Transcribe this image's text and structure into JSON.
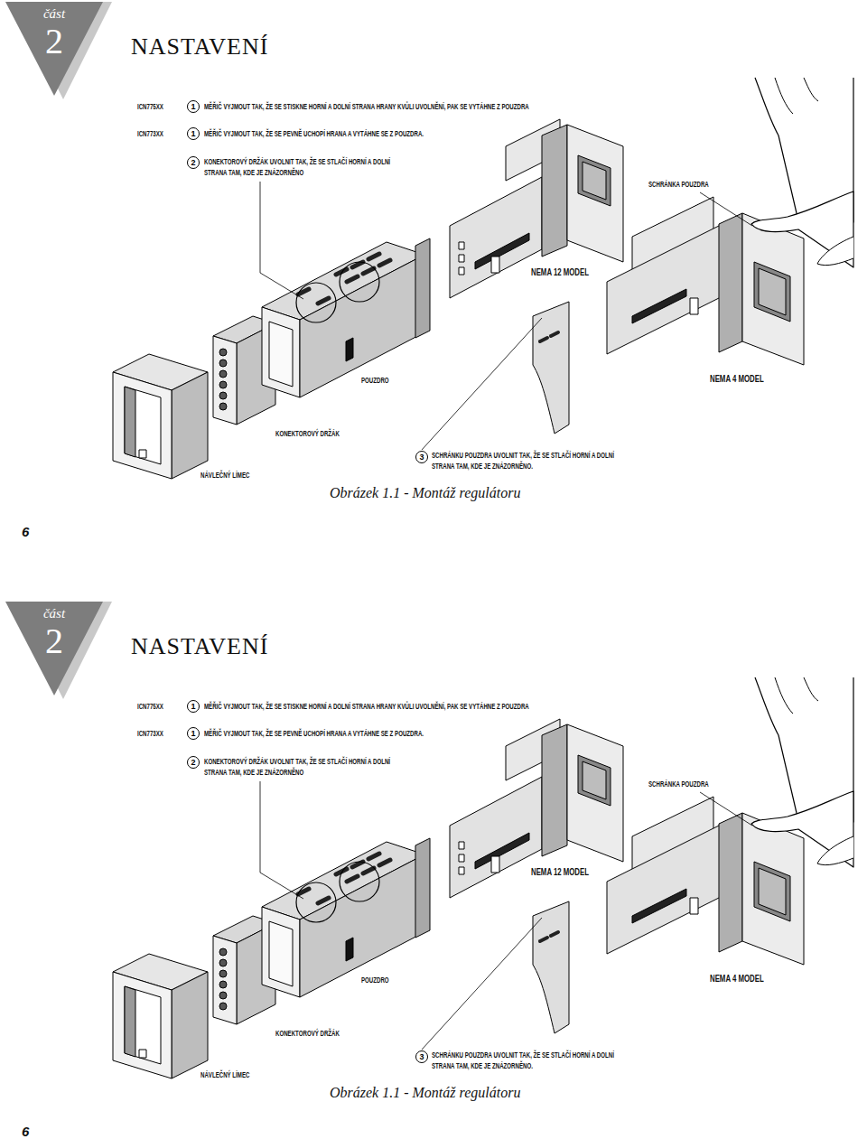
{
  "diagram": {
    "title": "NASTAVENÍ",
    "caption": "Obrázek 1.1 - Montáž regulátoru",
    "nodes": [
      {
        "text": [
          "část",
          "2"
        ]
      },
      {
        "text": [
          "1"
        ]
      },
      {
        "text": [
          "1"
        ]
      },
      {
        "text": [
          "2"
        ]
      },
      {
        "text": [
          "3"
        ]
      },
      {
        "text": [
          "část",
          "2"
        ]
      },
      {
        "text": [
          "1"
        ]
      },
      {
        "text": [
          "1"
        ]
      },
      {
        "text": [
          "2"
        ]
      },
      {
        "text": [
          "3"
        ]
      }
    ],
    "labels": [
      "ICN775XX",
      "MĚŘIČ VYJMOUT TAK, ŽE SE STISKNE HORNÍ A DOLNÍ STRANA HRANY KVŮLI UVOLNĚNÍ, PAK SE VYTÁHNE Z POUZDRA",
      "ICN773XX",
      "MĚŘIČ VYJMOUT TAK, ŽE SE PEVNĚ UCHOPÍ HRANA A VYTÁHNE SE Z POUZDRA.",
      "KONEKTOROVÝ DRŽÁK UVOLNIT TAK, ŽE SE STLAČÍ HORNÍ A DOLNÍ STRANA TAM, KDE JE ZNÁZORNĚNO",
      "SCHRÁNKA POUZDRA",
      "NEMA 12 MODEL",
      "POUZDRO",
      "NEMA 4 MODEL",
      "KONEKTOROVÝ DRŽÁK",
      "NÁVLEČNÝ LÍMEC",
      "SCHRÁNKU POUZDRA UVOLNIT TAK, ŽE SE STLAČÍ HORNÍ A DOLNÍ STRANA TAM, KDE JE ZNÁZORNĚNO.",
      "6",
      "NASTAVENÍ",
      "ICN775XX",
      "MĚŘIČ VYJMOUT TAK, ŽE SE STISKNE HORNÍ A DOLNÍ STRANA HRANY KVŮLI UVOLNĚNÍ, PAK SE VYTÁHNE Z POUZDRA",
      "ICN773XX",
      "MĚŘIČ VYJMOUT TAK, ŽE SE PEVNĚ UCHOPÍ HRANA A VYTÁHNE SE Z POUZDRA.",
      "KONEKTOROVÝ DRŽÁK UVOLNIT TAK, ŽE SE STLAČÍ HORNÍ A DOLNÍ STRANA TAM, KDE JE ZNÁZORNĚNO",
      "SCHRÁNKA POUZDRA",
      "NEMA 12 MODEL",
      "POUZDRO",
      "NEMA 4 MODEL",
      "KONEKTOROVÝ DRŽÁK",
      "NÁVLEČNÝ LÍMEC",
      "SCHRÁNKU POUZDRA UVOLNIT TAK, ŽE SE STLAČÍ HORNÍ A DOLNÍ STRANA TAM, KDE JE ZNÁZORNĚNO.",
      "Obrázek 1.1 - Montáž regulátoru",
      "6"
    ]
  }
}
